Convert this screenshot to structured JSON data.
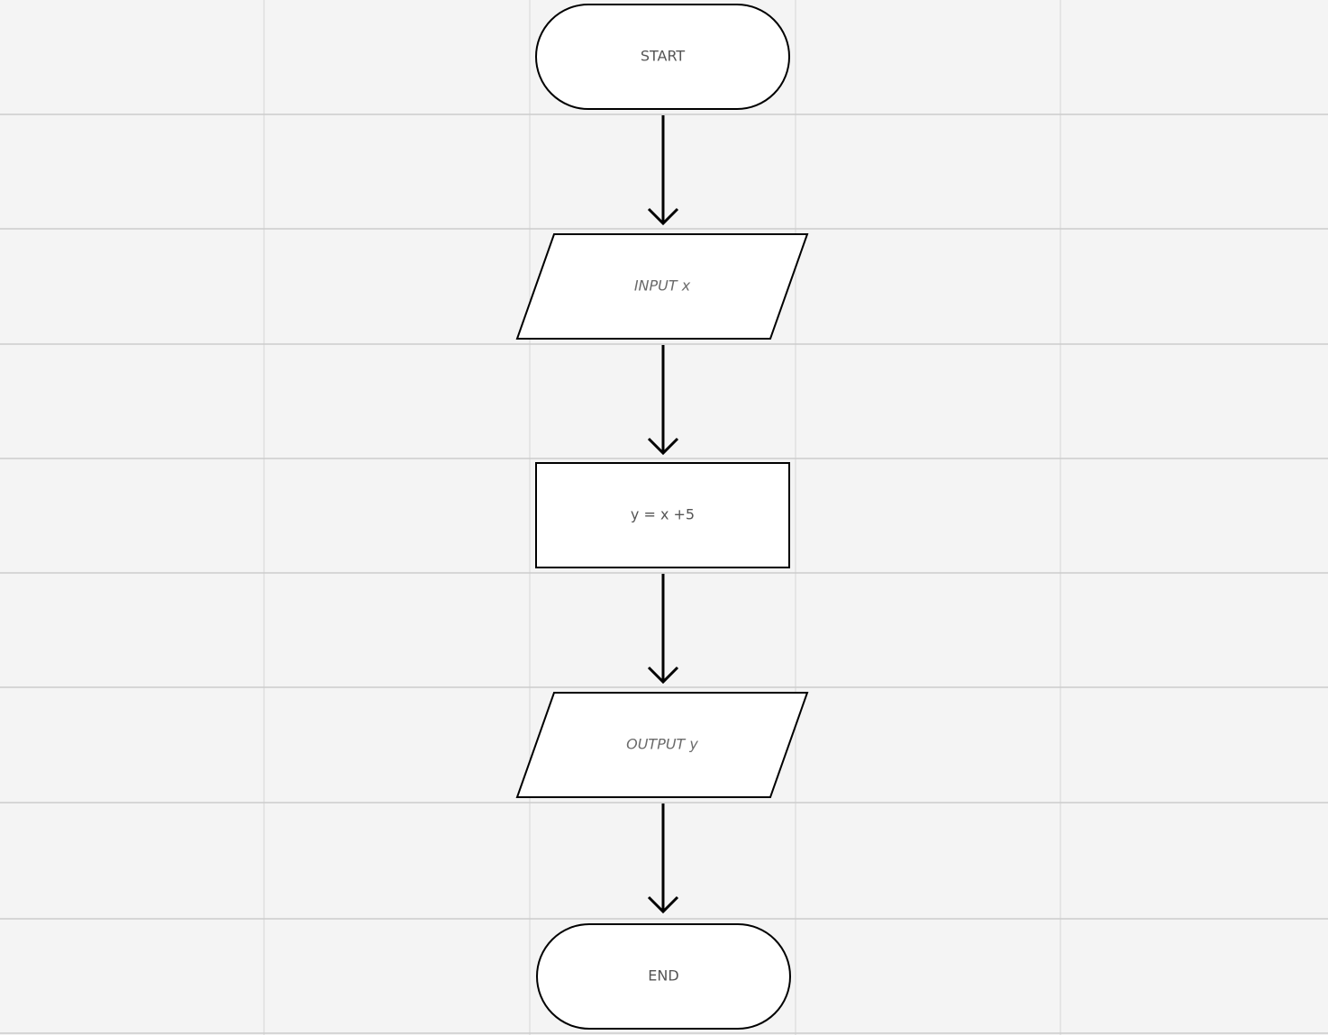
{
  "diagram": {
    "type": "flowchart",
    "colors": {
      "background": "#f4f4f4",
      "grid": "#d4d4d4",
      "shape_fill": "#ffffff",
      "shape_stroke": "#000000",
      "text": "#555555"
    },
    "nodes": [
      {
        "id": "start",
        "shape": "terminator",
        "label": "START"
      },
      {
        "id": "input",
        "shape": "parallelogram",
        "label": "INPUT x"
      },
      {
        "id": "process",
        "shape": "rectangle",
        "label": "y = x +5"
      },
      {
        "id": "output",
        "shape": "parallelogram",
        "label": "OUTPUT y"
      },
      {
        "id": "end",
        "shape": "terminator",
        "label": "END"
      }
    ],
    "edges": [
      {
        "from": "start",
        "to": "input"
      },
      {
        "from": "input",
        "to": "process"
      },
      {
        "from": "process",
        "to": "output"
      },
      {
        "from": "output",
        "to": "end"
      }
    ]
  }
}
